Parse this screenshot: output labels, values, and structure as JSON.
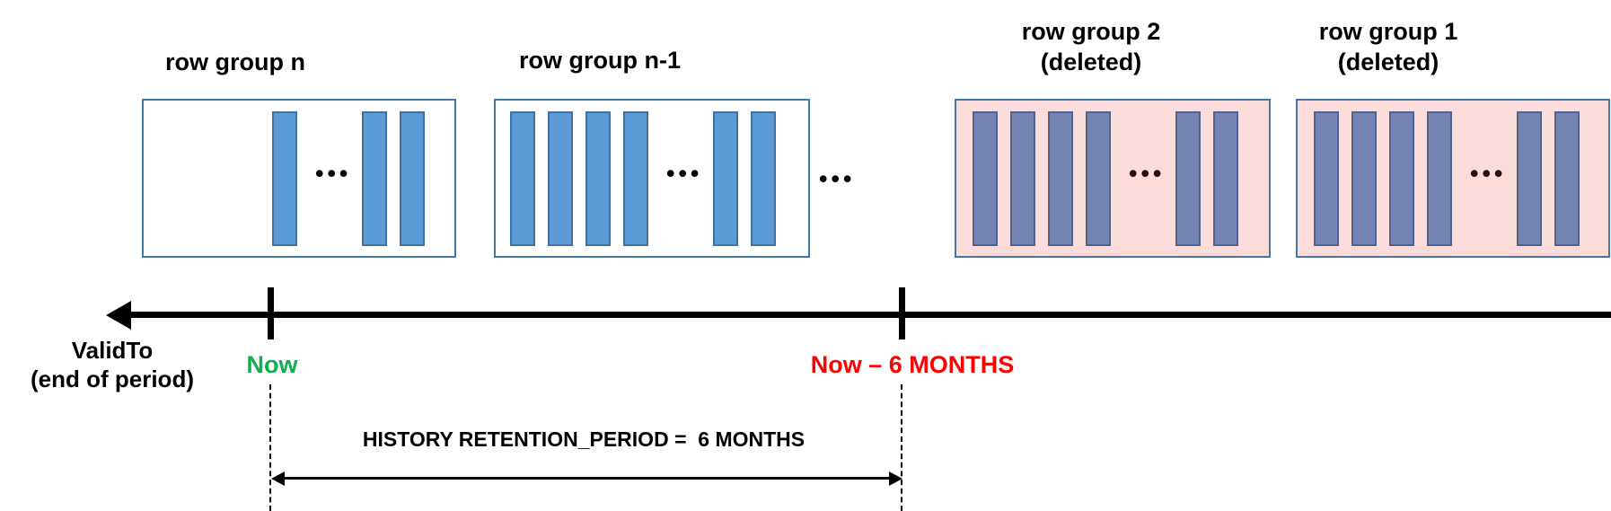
{
  "colors": {
    "bar_fill": "#5B9BD5",
    "bar_border": "#41719C",
    "deleted_bar_fill": "#7585B3",
    "deleted_bar_border": "#50618E",
    "box_border": "#4377A6",
    "deleted_box_fill": "#FBDCDB",
    "now_green": "#0DAF4F",
    "cutoff_red": "#FF0000"
  },
  "dots_glyph": "•••",
  "between_groups_ellipsis": "•••",
  "row_groups": [
    {
      "id": "row-group-n",
      "title_lines": [
        "row group n"
      ],
      "deleted": false,
      "segments": [
        "bar",
        "dots",
        "bar",
        "bar"
      ],
      "dots_color": "#000000"
    },
    {
      "id": "row-group-n-1",
      "title_lines": [
        "row group n-1"
      ],
      "deleted": false,
      "segments": [
        "bar",
        "bar",
        "bar",
        "bar",
        "dots",
        "bar",
        "bar"
      ],
      "dots_color": "#000000"
    },
    {
      "id": "row-group-2",
      "title_lines": [
        "row group 2",
        "(deleted)"
      ],
      "deleted": true,
      "segments": [
        "bar",
        "bar",
        "bar",
        "bar",
        "dots",
        "bar",
        "bar"
      ],
      "dots_color": "#2F0805"
    },
    {
      "id": "row-group-1",
      "title_lines": [
        "row group 1",
        "(deleted)"
      ],
      "deleted": true,
      "segments": [
        "bar",
        "bar",
        "bar",
        "bar",
        "dots",
        "bar",
        "bar"
      ],
      "dots_color": "#2F0805"
    }
  ],
  "timeline": {
    "axis_label_line1": "ValidTo",
    "axis_label_line2": "(end of period)",
    "now_label": "Now",
    "cutoff_label": "Now – 6 MONTHS",
    "retention_label": "HISTORY RETENTION_PERIOD =  6 MONTHS"
  }
}
